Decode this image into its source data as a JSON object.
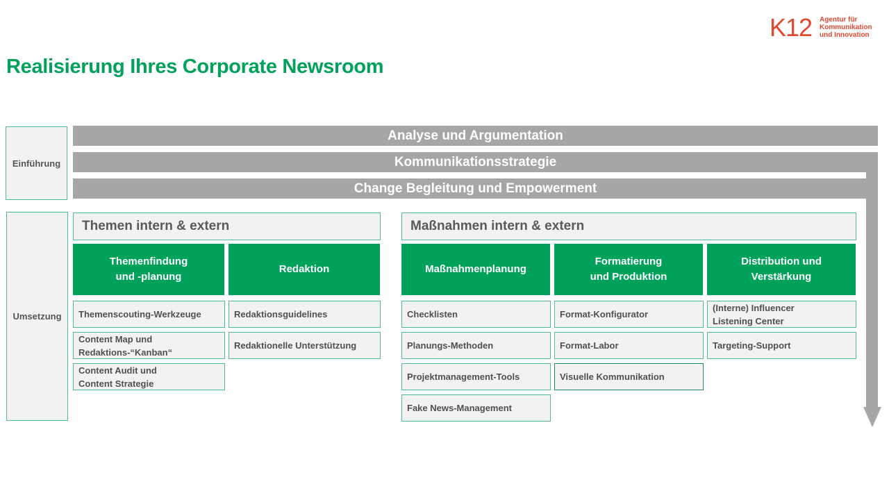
{
  "logo": {
    "mark": "K12",
    "lines": [
      "Agentur für",
      "Kommunikation",
      "und Innovation"
    ]
  },
  "title": "Realisierung Ihres Corporate Newsroom",
  "phases": {
    "introduction": "Einführung",
    "implementation": "Umsetzung"
  },
  "bars": [
    "Analyse und Argumentation",
    "Kommunikationsstrategie",
    "Change Begleitung und Empowerment"
  ],
  "sections": {
    "topics": "Themen intern & extern",
    "measures": "Maßnahmen intern & extern"
  },
  "columns": [
    {
      "heading": [
        "Themenfindung",
        "und -planung"
      ],
      "items": [
        [
          "Themenscouting-Werkzeuge"
        ],
        [
          "Content Map und",
          "Redaktions-“Kanban“"
        ],
        [
          "Content Audit und",
          "Content Strategie"
        ]
      ]
    },
    {
      "heading": [
        "Redaktion"
      ],
      "items": [
        [
          "Redaktionsguidelines"
        ],
        [
          "Redaktionelle Unterstützung"
        ]
      ]
    },
    {
      "heading": [
        "Maßnahmenplanung"
      ],
      "items": [
        [
          "Checklisten"
        ],
        [
          "Planungs-Methoden"
        ],
        [
          "Projektmanagement-Tools"
        ],
        [
          "Fake News-Management"
        ]
      ]
    },
    {
      "heading": [
        "Formatierung",
        "und Produktion"
      ],
      "items": [
        [
          "Format-Konfigurator"
        ],
        [
          "Format-Labor"
        ],
        [
          "Visuelle Kommunikation"
        ]
      ]
    },
    {
      "heading": [
        "Distribution und",
        "Verstärkung"
      ],
      "items": [
        [
          "(Interne) Influencer",
          "Listening Center"
        ],
        [
          "Targeting-Support"
        ]
      ]
    }
  ],
  "colors": {
    "brand_green": "#00a15a",
    "logo_red": "#e04a32",
    "bar_grey": "#a6a6a6",
    "box_fill": "#f2f2f2",
    "box_border": "#4fb99a"
  }
}
